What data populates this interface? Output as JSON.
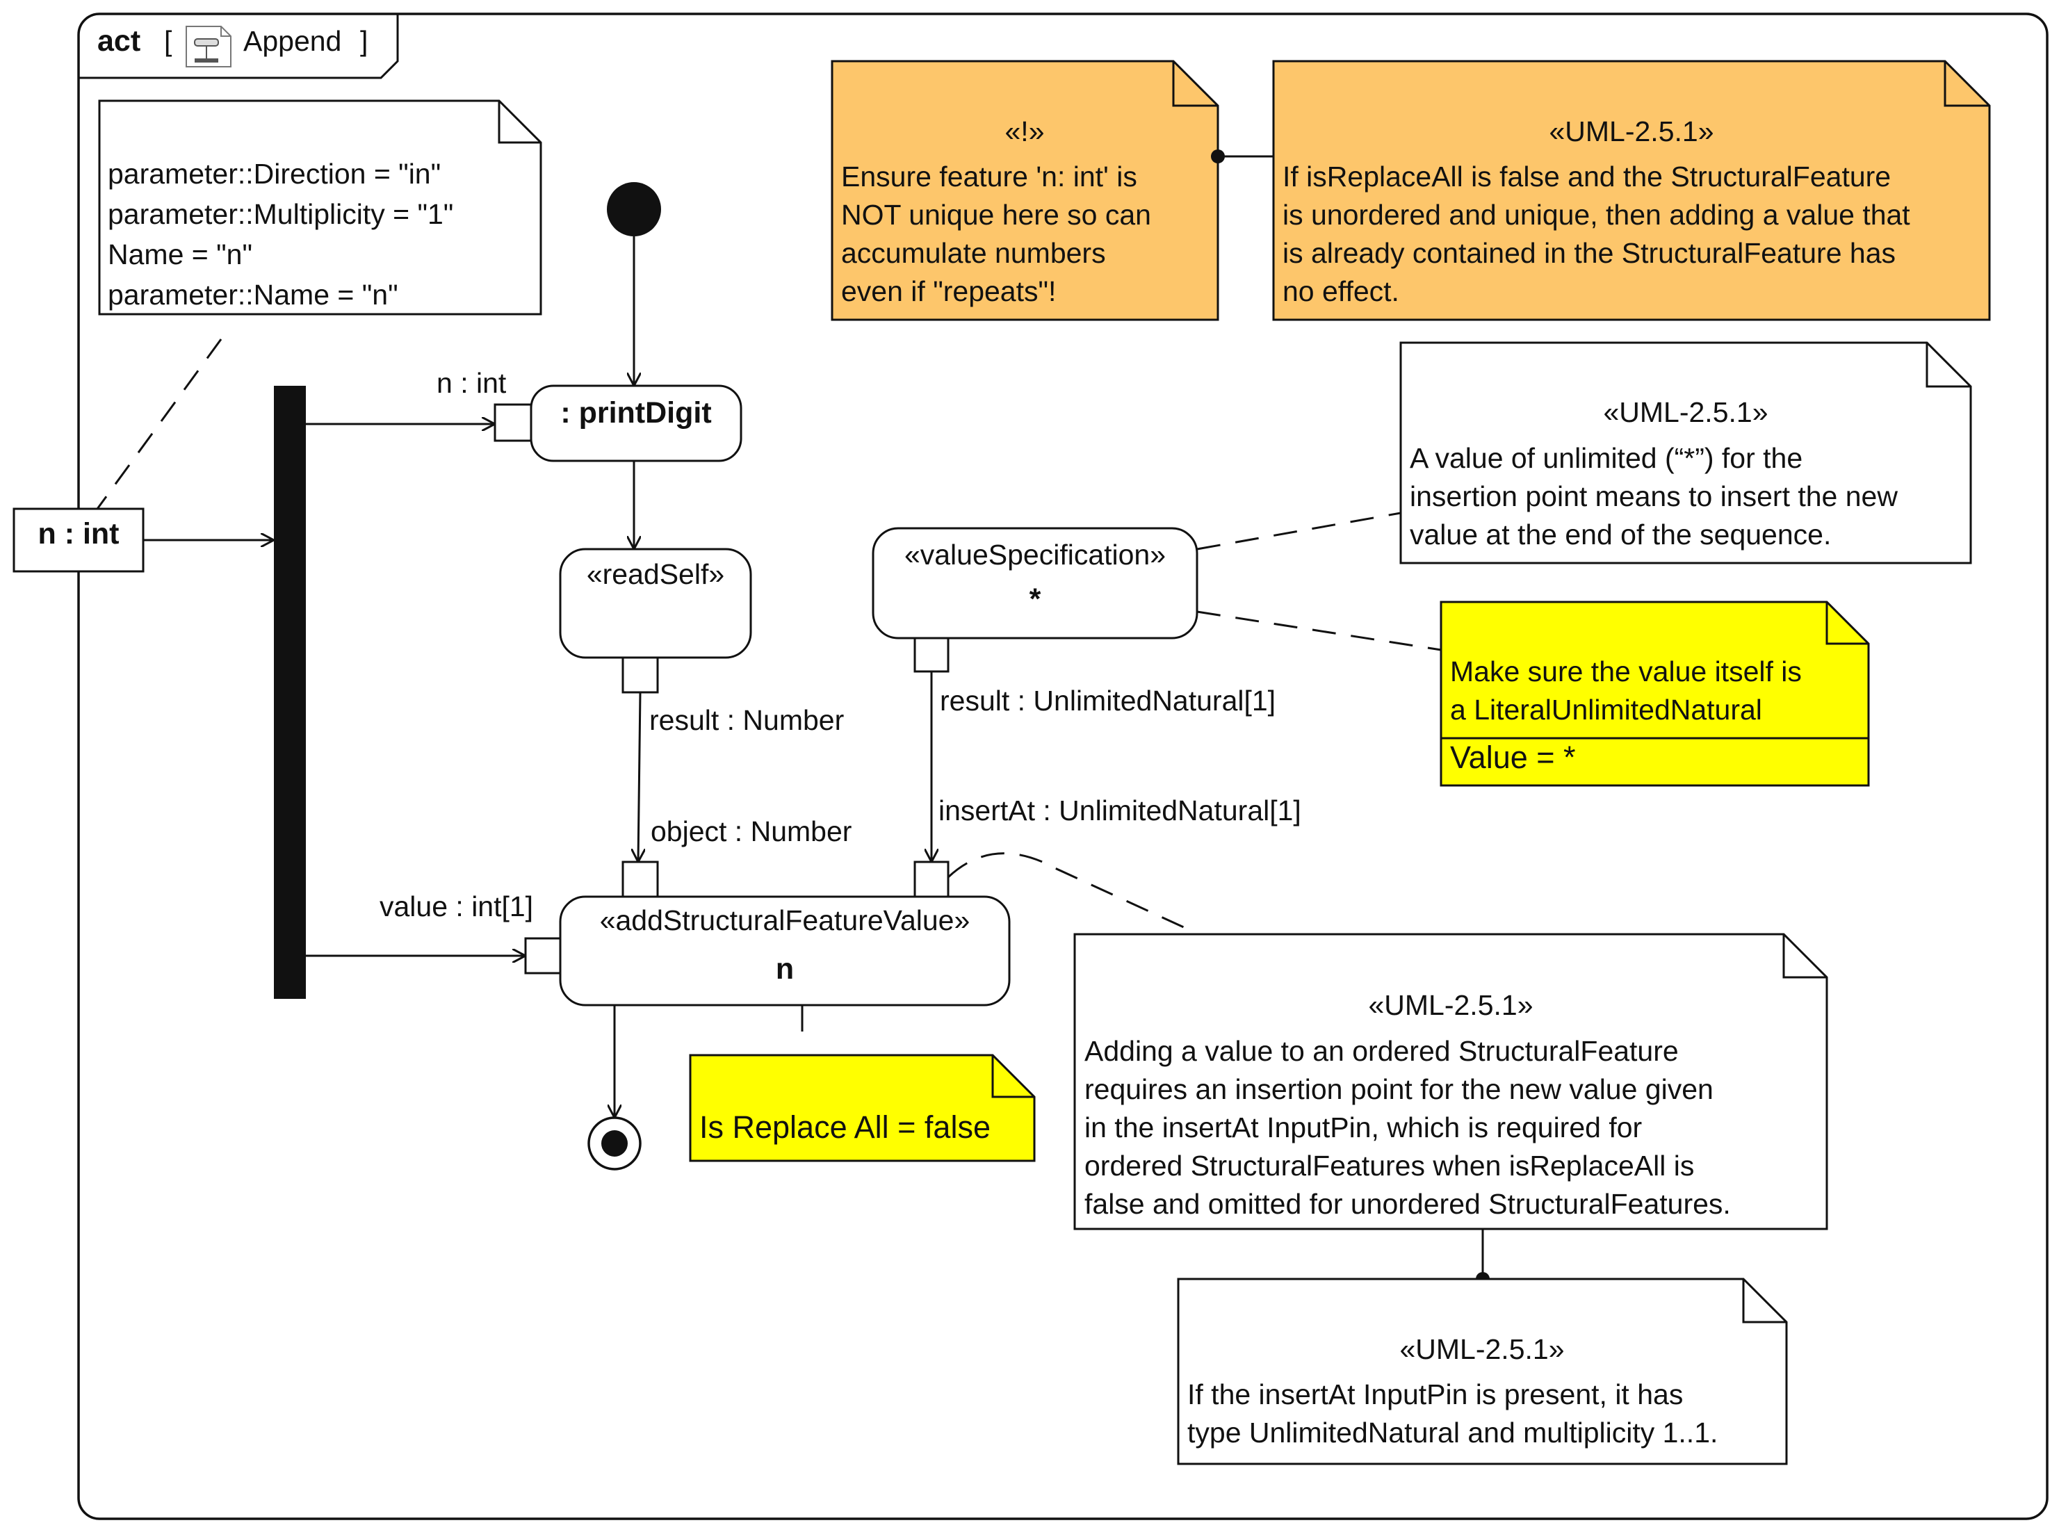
{
  "frame": {
    "kind": "act",
    "name_open": "[",
    "name": "Append",
    "name_close": "]",
    "diagram_icon": "activity-diagram-icon"
  },
  "parameter_node": {
    "label": "n : int"
  },
  "parameter_note": {
    "lines": [
      "parameter::Direction = \"in\"",
      "parameter::Multiplicity = \"1\"",
      "Name = \"n\"",
      "parameter::Name = \"n\""
    ]
  },
  "actions": {
    "print_digit": {
      "label": ": printDigit",
      "pin_label": "n : int"
    },
    "read_self": {
      "stereotype": "«readSelf»",
      "result_pin": "result : Number"
    },
    "value_spec": {
      "stereotype": "«valueSpecification»",
      "value": "*",
      "result_pin": "result : UnlimitedNatural[1]"
    },
    "add_sfv": {
      "stereotype": "«addStructuralFeatureValue»",
      "feature": "n",
      "object_pin": "object : Number",
      "insert_pin": "insertAt : UnlimitedNatural[1]",
      "value_pin": "value : int[1]"
    }
  },
  "notes": {
    "ensure": {
      "stereotype": "«!»",
      "lines": [
        "Ensure feature 'n: int' is",
        "NOT unique here so can",
        "accumulate numbers",
        "even if \"repeats\"!"
      ]
    },
    "replace_all_rule": {
      "stereotype": "«UML-2.5.1»",
      "lines": [
        "If isReplaceAll is false and the StructuralFeature",
        "is unordered and unique, then adding a value that",
        "is already contained in the StructuralFeature has",
        "no effect."
      ]
    },
    "unlimited": {
      "stereotype": "«UML-2.5.1»",
      "lines": [
        "A value of unlimited (“*”) for the",
        "insertion point means to insert the new",
        "value at the end of the sequence."
      ]
    },
    "literal": {
      "lines": [
        "Make sure the value itself is",
        "a LiteralUnlimitedNatural"
      ],
      "slot": "Value = *"
    },
    "replace_all_value": {
      "text": "Is Replace All = false"
    },
    "ordered": {
      "stereotype": "«UML-2.5.1»",
      "lines": [
        "Adding a value to an ordered StructuralFeature",
        "requires an insertion point for the new value given",
        "in the insertAt InputPin, which is required for",
        "ordered StructuralFeatures when isReplaceAll is",
        "false and omitted for unordered StructuralFeatures."
      ]
    },
    "insert_at": {
      "stereotype": "«UML-2.5.1»",
      "lines": [
        "If the insertAt InputPin is present, it has",
        "type UnlimitedNatural and multiplicity 1..1."
      ]
    }
  },
  "colors": {
    "note_orange": "#fdc66b",
    "note_yellow": "#ffff00",
    "note_white": "#ffffff",
    "line": "#111111"
  }
}
